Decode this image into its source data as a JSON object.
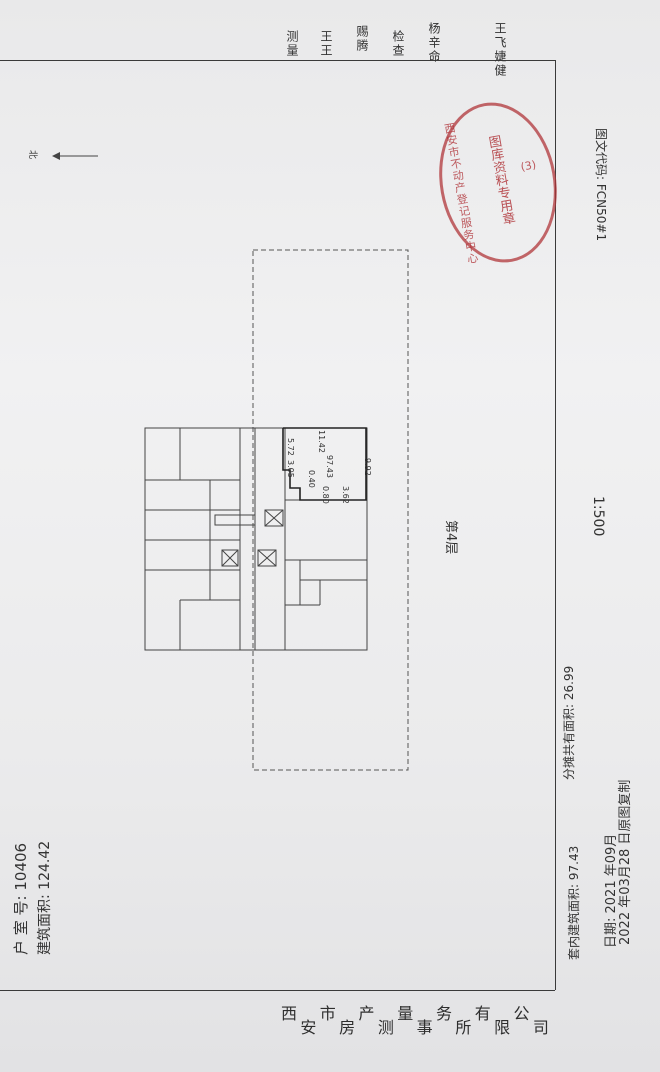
{
  "header": {
    "room_label": "户 室 号: 10406",
    "area_label": "建筑面积: 124.42"
  },
  "signatures": {
    "survey_role": "测量",
    "survey_name": "王王",
    "drawn_name": "赐腾",
    "check_role": "检查",
    "check_name": "杨辛命",
    "extra_name": "王飞婕健"
  },
  "stamp": {
    "outer_text": "西安市不动产登记服务中心",
    "inner_text": "图库资料专用章",
    "number": "(3)",
    "color": "#b0353a"
  },
  "north_label": "北",
  "floor_label": "第4层",
  "scale_label": "1:500",
  "map_code_label": "图文代码: FCN50#1",
  "dims": {
    "d1": "5.72",
    "d2": "3.05",
    "d3": "0.40",
    "d4": "0.80",
    "d5": "3.62",
    "d6": "97.43",
    "d7": "11.42",
    "d8": "9.92"
  },
  "footer": {
    "shared_area_label": "分摊共有面积: 26.99",
    "interior_area_label": "套内建筑面积: 97.43",
    "date_line1": "日期: 2021 年09月",
    "date_line2": "2022 年03月28 日原图复制"
  },
  "company_chars": [
    "西",
    "安",
    "市",
    "房",
    "产",
    "测",
    "量",
    "事",
    "务",
    "所",
    "有",
    "限",
    "公",
    "司"
  ]
}
